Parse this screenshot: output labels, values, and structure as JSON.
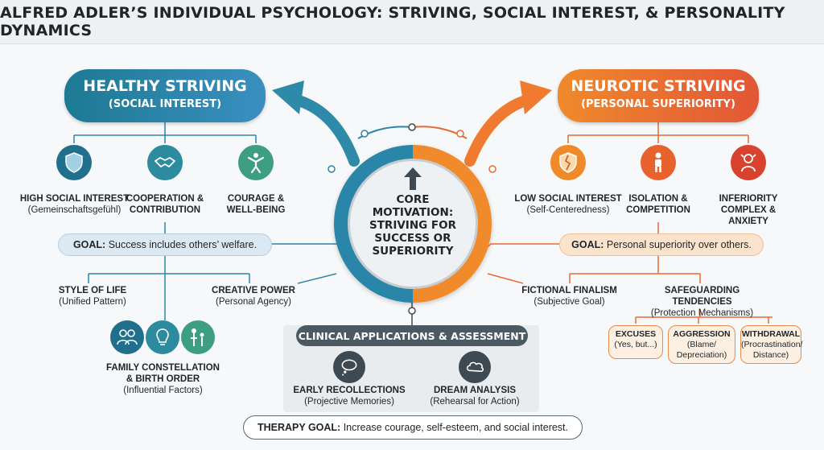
{
  "title": "ALFRED ADLER’S INDIVIDUAL PSYCHOLOGY: STRIVING, SOCIAL INTEREST, & PERSONALITY DYNAMICS",
  "healthy": {
    "title": "HEALTHY STRIVING",
    "subtitle": "(SOCIAL INTEREST)",
    "items": [
      {
        "title": "HIGH SOCIAL INTEREST",
        "sub": "(Gemeinschaftsgefühl)",
        "icon": "shield-icon"
      },
      {
        "title": "COOPERATION &",
        "title2": "CONTRIBUTION",
        "icon": "handshake-icon"
      },
      {
        "title": "COURAGE &",
        "title2": "WELL-BEING",
        "icon": "person-icon"
      }
    ],
    "goal_label": "GOAL:",
    "goal_text": " Success includes others’ welfare.",
    "style_of_life": {
      "title": "STYLE OF LIFE",
      "sub": "(Unified Pattern)"
    },
    "creative_power": {
      "title": "CREATIVE POWER",
      "sub": "(Personal Agency)"
    },
    "family": {
      "title": "FAMILY CONSTELLATION",
      "title2": "& BIRTH ORDER",
      "sub": "(Influential Factors)"
    }
  },
  "neurotic": {
    "title": "NEUROTIC STRIVING",
    "subtitle": "(PERSONAL SUPERIORITY)",
    "items": [
      {
        "title": "LOW SOCIAL INTEREST",
        "sub": "(Self-Centeredness)",
        "icon": "broken-shield-icon"
      },
      {
        "title": "ISOLATION &",
        "title2": "COMPETITION",
        "icon": "lone-person-icon"
      },
      {
        "title": "INFERIORITY",
        "title2": "COMPLEX & ANXIETY",
        "icon": "anxious-person-icon"
      }
    ],
    "goal_label": "GOAL:",
    "goal_text": " Personal superiority over others.",
    "fictional_finalism": {
      "title": "FICTIONAL FINALISM",
      "sub": "(Subjective Goal)"
    },
    "safeguarding": {
      "title": "SAFEGUARDING TENDENCIES",
      "sub": "(Protection Mechanisms)"
    },
    "mechanisms": [
      {
        "title": "EXCUSES",
        "sub": "(Yes, but...)"
      },
      {
        "title": "AGGRESSION",
        "sub": "(Blame/",
        "sub2": "Depreciation)"
      },
      {
        "title": "WITHDRAWAL",
        "sub": "(Procrastination/",
        "sub2": "Distance)"
      }
    ]
  },
  "core": {
    "line1": "CORE",
    "line2": "MOTIVATION:",
    "line3": "STRIVING FOR",
    "line4": "SUCCESS OR",
    "line5": "SUPERIORITY"
  },
  "clinical": {
    "title": "CLINICAL APPLICATIONS & ASSESSMENT",
    "items": [
      {
        "title": "EARLY RECOLLECTIONS",
        "sub": "(Projective Memories)",
        "icon": "thought-bubble-icon"
      },
      {
        "title": "DREAM ANALYSIS",
        "sub": "(Rehearsal for Action)",
        "icon": "cloud-icon"
      }
    ]
  },
  "therapy": {
    "label": "THERAPY GOAL:",
    "text": " Increase courage, self-esteem, and social interest."
  },
  "colors": {
    "teal": "#1d7a93",
    "blue": "#3a8fc0",
    "orange": "#ef8a2c",
    "red": "#e25636",
    "dark": "#3d4a54"
  }
}
